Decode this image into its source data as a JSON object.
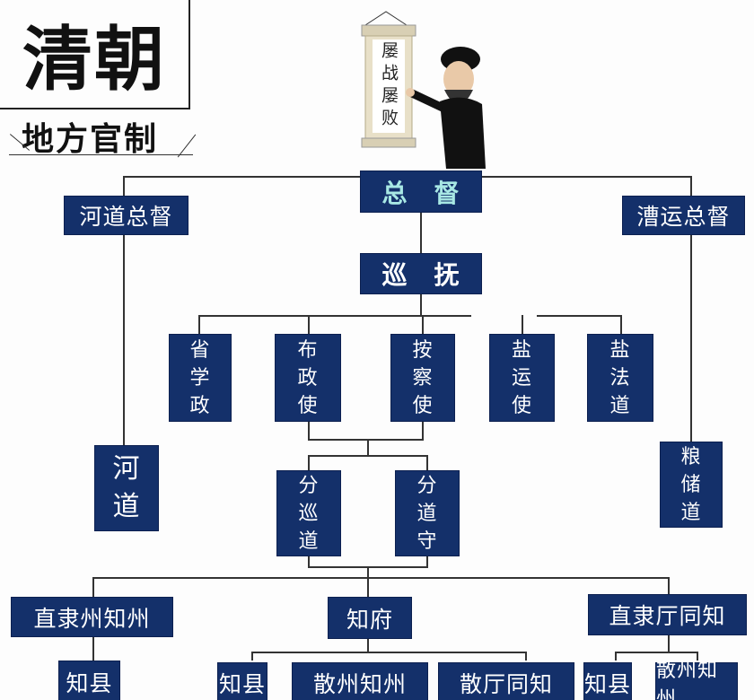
{
  "title": {
    "main": "清朝",
    "sub": "地方官制"
  },
  "illustration": {
    "scroll_text": "屡战屡败"
  },
  "nodes": {
    "zongdu": "总　督",
    "hedao_zongdu": "河道总督",
    "caoyun_zongdu": "漕运总督",
    "xunfu": "巡　抚",
    "shengxuezheng": [
      "省",
      "学",
      "政"
    ],
    "buzhengshi": [
      "布",
      "政",
      "使"
    ],
    "anchashi": [
      "按",
      "察",
      "使"
    ],
    "yanyunshi": [
      "盐",
      "运",
      "使"
    ],
    "yanfadao": [
      "盐",
      "法",
      "道"
    ],
    "hedao": [
      "河",
      "道"
    ],
    "liangchudao": [
      "粮",
      "储",
      "道"
    ],
    "fenxundao": [
      "分",
      "巡",
      "道"
    ],
    "fendaoshou": [
      "分",
      "道",
      "守"
    ],
    "zhilizhou_zhizhou": "直隶州知州",
    "zhifu": "知府",
    "zhiliting_tongzhi": "直隶厅同知",
    "zhixian_1": "知县",
    "zhixian_2": "知县",
    "sanzhou_zhizhou_1": "散州知州",
    "santing_tongzhi": "散厅同知",
    "zhixian_3": "知县",
    "sanzhou_zhizhou_2": "散州知州"
  },
  "colors": {
    "box": "#14306a",
    "box_text": "#ffffff",
    "highlight_text": "#a8e8e4"
  }
}
